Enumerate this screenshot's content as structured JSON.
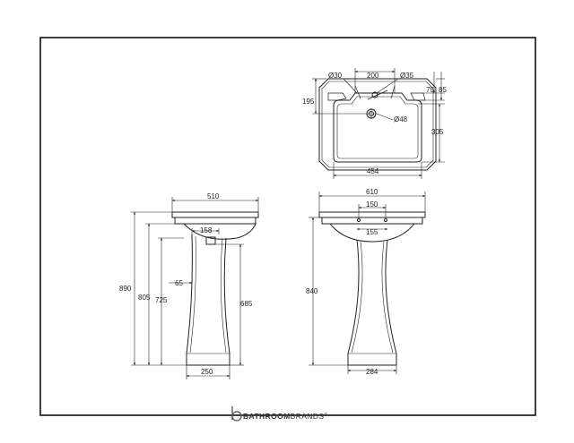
{
  "drawing": {
    "plan_view": {
      "dim_waste_diameter": "Ø30",
      "dim_tap_spacing": "200",
      "dim_tap_diameter": "Ø35",
      "dim_right_75": "75",
      "dim_right_85": "85",
      "dim_left_195": "195",
      "dim_right_305": "305",
      "dim_drain_diameter": "Ø48",
      "dim_bowl_width": "454"
    },
    "side_view": {
      "dim_width": "510",
      "dim_158": "158",
      "dim_890": "890",
      "dim_805": "805",
      "dim_725": "725",
      "dim_65": "65",
      "dim_685": "685",
      "dim_base": "250"
    },
    "front_view": {
      "dim_width": "610",
      "dim_150": "150",
      "dim_155": "155",
      "dim_height": "840",
      "dim_base": "284"
    }
  },
  "brand": {
    "name_bold": "BATHROOM",
    "name_light": "BRANDS",
    "trademark": "®",
    "logo_icon": "b-logo-icon"
  }
}
